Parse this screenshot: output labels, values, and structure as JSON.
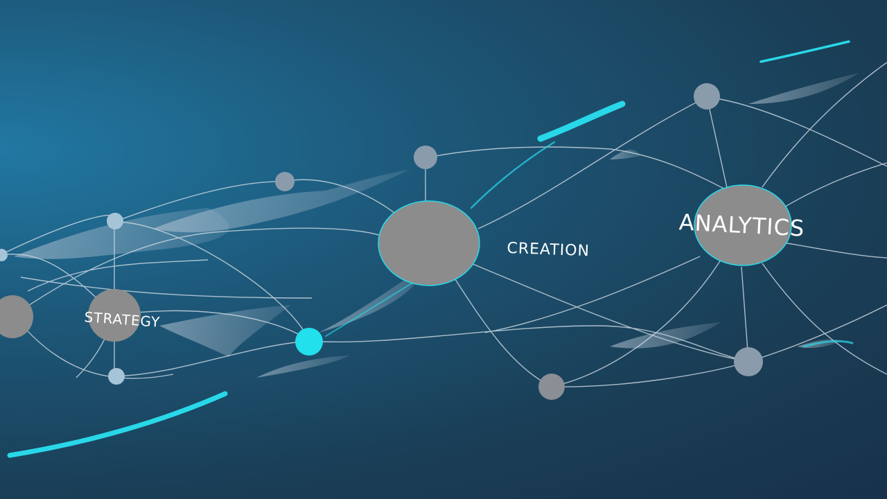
{
  "labels": {
    "strategy": "STRATEGY",
    "creation": "CREATION",
    "analytics": "ANALYTICS"
  },
  "colors": {
    "background": "#1b4560",
    "node": "#8a8a8a",
    "small_node": "#9ab0c2",
    "accent": "#29d8e8",
    "line": "#c7d4de"
  }
}
